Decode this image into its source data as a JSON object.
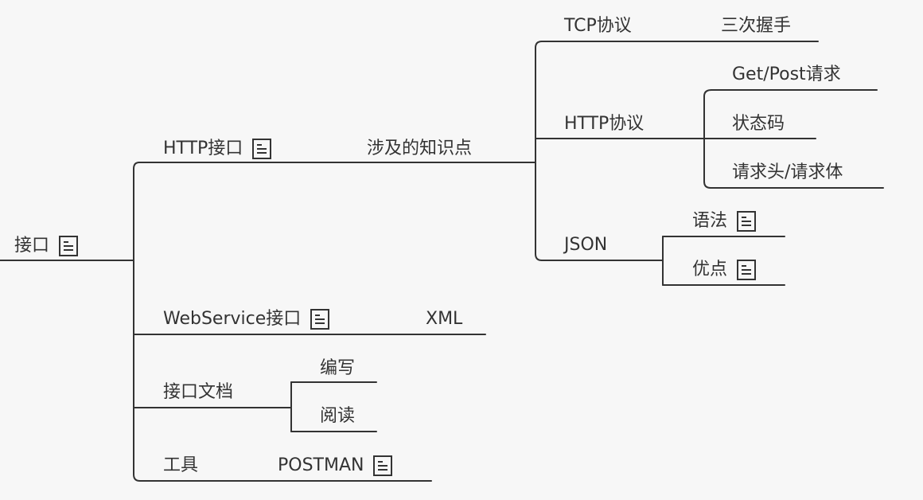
{
  "mindmap": {
    "root": {
      "label": "接口",
      "icon": "note-icon"
    },
    "nodes": {
      "http_api": {
        "label": "HTTP接口",
        "icon": "note-icon"
      },
      "knowledge": {
        "label": "涉及的知识点"
      },
      "tcp": {
        "label": "TCP协议"
      },
      "handshake": {
        "label": "三次握手"
      },
      "http_protocol": {
        "label": "HTTP协议"
      },
      "get_post": {
        "label": "Get/Post请求"
      },
      "status_code": {
        "label": "状态码"
      },
      "headers_body": {
        "label": "请求头/请求体"
      },
      "json": {
        "label": "JSON"
      },
      "syntax": {
        "label": "语法",
        "icon": "note-icon"
      },
      "advantages": {
        "label": "优点",
        "icon": "note-icon"
      },
      "webservice": {
        "label": "WebService接口",
        "icon": "note-icon"
      },
      "xml": {
        "label": "XML"
      },
      "api_docs": {
        "label": "接口文档"
      },
      "write": {
        "label": "编写"
      },
      "read": {
        "label": "阅读"
      },
      "tools": {
        "label": "工具"
      },
      "postman": {
        "label": "POSTMAN",
        "icon": "note-icon"
      }
    }
  },
  "colors": {
    "background": "#f7f7f7",
    "line": "#333333",
    "text": "#333333"
  }
}
